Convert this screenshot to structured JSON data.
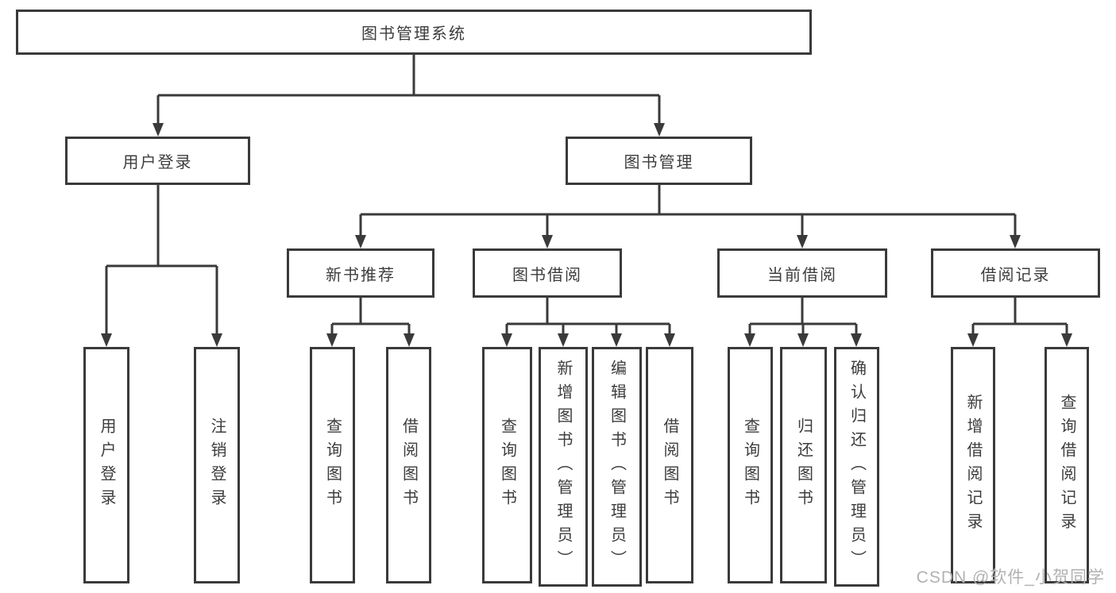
{
  "tree": {
    "label": "图书管理系统",
    "children": [
      {
        "label": "用户登录",
        "children": [
          {
            "label": "用户登录"
          },
          {
            "label": "注销登录"
          }
        ]
      },
      {
        "label": "图书管理",
        "children": [
          {
            "label": "新书推荐",
            "children": [
              {
                "label": "查询图书"
              },
              {
                "label": "借阅图书"
              }
            ]
          },
          {
            "label": "图书借阅",
            "children": [
              {
                "label": "查询图书"
              },
              {
                "label": "新增图书（管理员）"
              },
              {
                "label": "编辑图书（管理员）"
              },
              {
                "label": "借阅图书"
              }
            ]
          },
          {
            "label": "当前借阅",
            "children": [
              {
                "label": "查询图书"
              },
              {
                "label": "归还图书"
              },
              {
                "label": "确认归还（管理员）"
              }
            ]
          },
          {
            "label": "借阅记录",
            "children": [
              {
                "label": "新增借阅记录"
              },
              {
                "label": "查询借阅记录"
              }
            ]
          }
        ]
      }
    ]
  },
  "watermark": "CSDN @软件_小贺同学",
  "colors": {
    "line": "#3a3a3a",
    "box_border": "#3a3a3a",
    "box_fill": "#ffffff",
    "text": "#3d3d3d",
    "watermark": "#b1b1b1",
    "background": "#ffffff"
  }
}
